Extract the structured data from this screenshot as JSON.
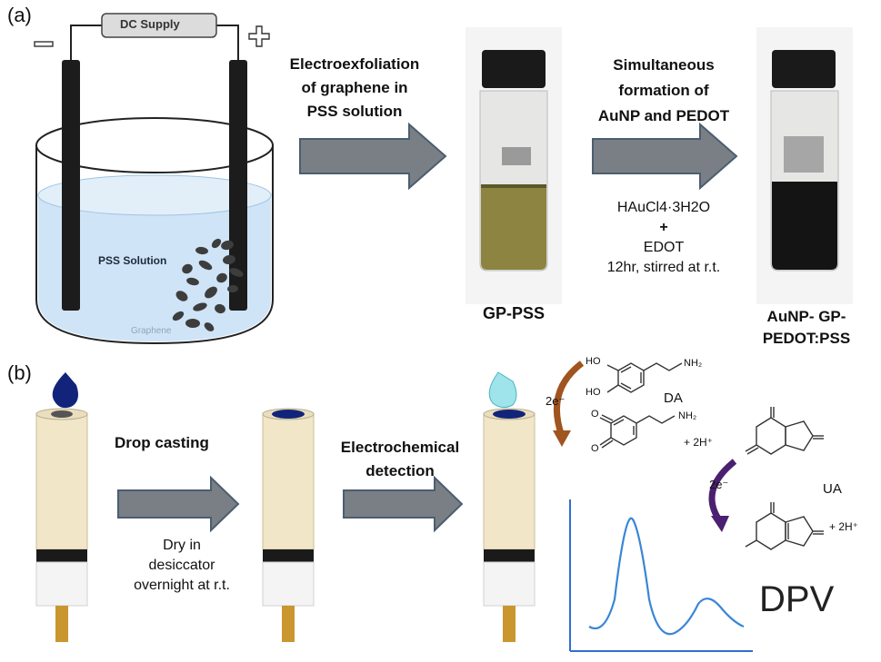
{
  "colors": {
    "arrow_fill": "#7a7f85",
    "arrow_stroke": "#4b5e70",
    "electrode": "#1c1c1c",
    "solution": "#cfe4f6",
    "graphene": "#3d3d3d",
    "gp_pss_liquid": "#8c8440",
    "aunp_liquid": "#141414",
    "drop_dark": "#12247a",
    "drop_light": "#9ee4ea",
    "electrode_body": "#f1e6c8",
    "electrode_tip": "#c9962f",
    "arrow_da": "#a0541f",
    "arrow_ua": "#4b2070",
    "dpv_axis": "#2f6fd0",
    "dpv_curve": "#3a86d6"
  },
  "panel_a": {
    "label": "(a)",
    "dc_supply": "DC Supply",
    "minus": "−",
    "plus": "+",
    "pss_solution": "PSS Solution",
    "graphene": "Graphene",
    "step1": [
      "Electroexfoliation",
      "of graphene in",
      "PSS solution"
    ],
    "vial1_label": "GP-PSS",
    "step2": [
      "Simultaneous",
      "formation of",
      "AuNP and PEDOT"
    ],
    "reagent1": "HAuCl4·3H2O",
    "reagent_plus": "+",
    "reagent2": "EDOT",
    "conditions": "12hr, stirred at r.t.",
    "vial2_label": [
      "AuNP- GP-",
      "PEDOT:PSS"
    ]
  },
  "panel_b": {
    "label": "(b)",
    "step1": "Drop casting",
    "step1_sub": [
      "Dry in",
      "desiccator",
      "overnight at r.t."
    ],
    "step2": [
      "Electrochemical",
      "detection"
    ],
    "electrons": "2e⁻",
    "electrons2": "2e⁻",
    "da": "DA",
    "ua": "UA",
    "protons": "+ 2H⁺",
    "protons2": "+ 2H⁺",
    "ho1": "HO",
    "ho2": "HO",
    "nh2_a": "NH₂",
    "nh2_b": "NH₂",
    "o1": "O",
    "o2": "O",
    "dpv": "DPV"
  }
}
